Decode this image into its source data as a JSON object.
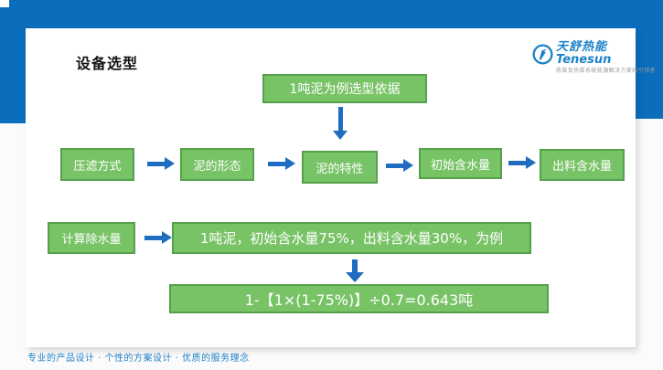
{
  "slide": {
    "title": "设备选型",
    "footer": "专业的产品设计 · 个性的方案设计 · 优质的服务理念"
  },
  "logo": {
    "cn": "天舒热能",
    "en": "Tenesun",
    "tagline": "热泵及热泵系统能源解决方案的引领者"
  },
  "colors": {
    "frame_blue": "#0a6ebd",
    "box_green": "#79c367",
    "box_border_green": "#55a04a",
    "arrow_blue": "#1f6dc1",
    "logo_blue": "#1b82c9",
    "footer_blue": "#1b7ec6"
  },
  "flowchart": {
    "basis_box": "1吨泥为例选型依据",
    "row1": [
      "压滤方式",
      "泥的形态",
      "泥的特性",
      "初始含水量",
      "出料含水量"
    ],
    "calc_label": "计算除水量",
    "example": "1吨泥，初始含水量75%，出料含水量30%，为例",
    "formula": "1-【1×(1-75%)】÷0.7=0.643吨"
  }
}
